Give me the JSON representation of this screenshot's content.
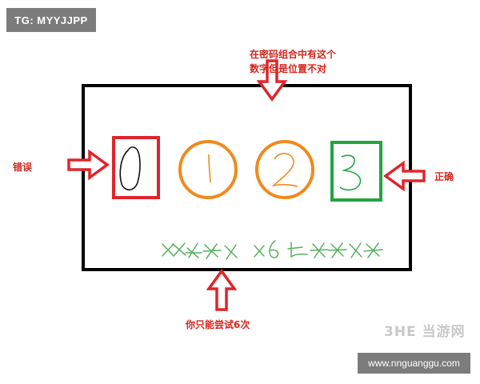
{
  "badge": {
    "text": "TG: MYYJJPP"
  },
  "annotations": {
    "top_line1": "在密码组合中有这个",
    "top_line2": "数字但是位置不对",
    "left": "错误",
    "right": "正确",
    "bottom": "你只能尝试6次"
  },
  "watermark": {
    "logo": "3HE 当游网",
    "url": "www.nnguanggu.com"
  },
  "colors": {
    "wrong": "#e0242b",
    "misplaced": "#f08a1c",
    "correct": "#22a540",
    "attempts": "#58b060",
    "arrow": "#e0242b",
    "frame": "#000000"
  }
}
